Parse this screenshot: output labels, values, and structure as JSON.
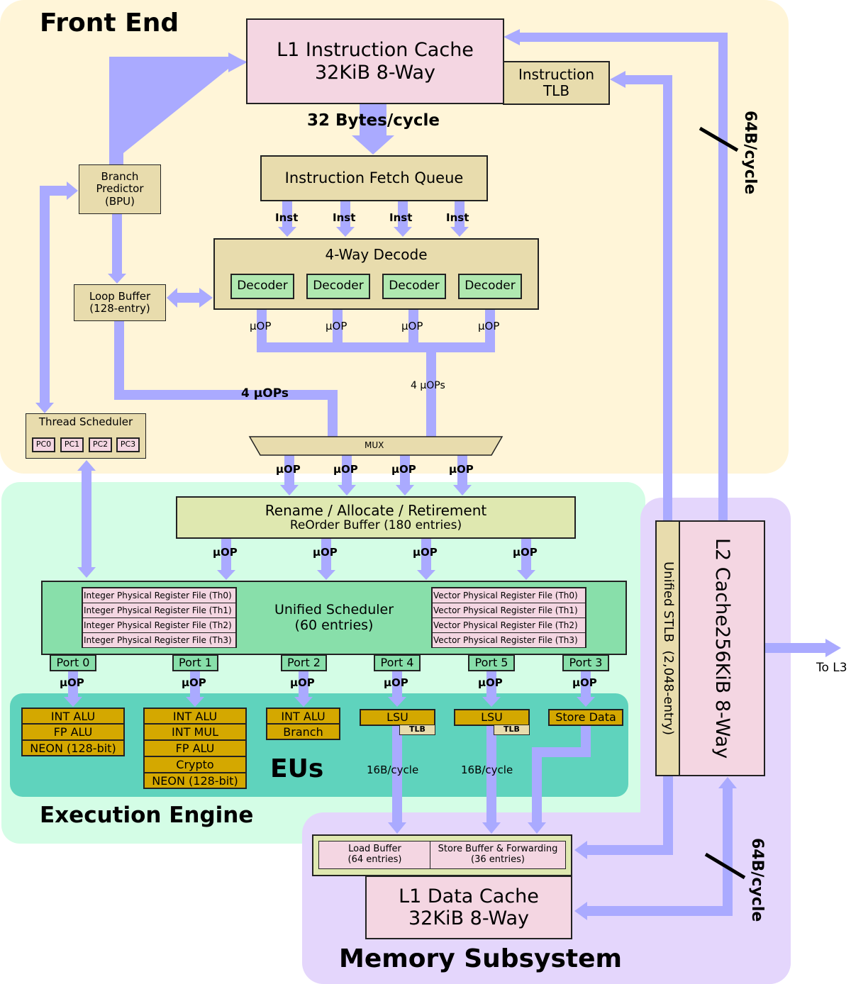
{
  "sections": {
    "front_end": "Front End",
    "execution_engine": "Execution Engine",
    "eus": "EUs",
    "memory_subsystem": "Memory Subsystem"
  },
  "front_end": {
    "l1i": {
      "line1": "L1 Instruction Cache",
      "line2": "32KiB 8-Way"
    },
    "itlb": {
      "line1": "Instruction",
      "line2": "TLB"
    },
    "fetch_bandwidth": "32 Bytes/cycle",
    "ifq": "Instruction Fetch Queue",
    "inst_labels": [
      "Inst",
      "Inst",
      "Inst",
      "Inst"
    ],
    "decode": {
      "title": "4-Way Decode",
      "decoders": [
        "Decoder",
        "Decoder",
        "Decoder",
        "Decoder"
      ]
    },
    "decode_uop_labels": [
      "µOP",
      "µOP",
      "µOP",
      "µOP"
    ],
    "bpu": {
      "line1": "Branch",
      "line2": "Predictor",
      "line3": "(BPU)"
    },
    "loop_buffer": {
      "line1": "Loop Buffer",
      "line2": "(128-entry)"
    },
    "loop_uops": "4 µOPs",
    "decode_uops": "4 µOPs",
    "mux": "MUX",
    "mux_uop_labels": [
      "µOP",
      "µOP",
      "µOP",
      "µOP"
    ],
    "thread_scheduler": {
      "title": "Thread Scheduler",
      "pcs": [
        "PC0",
        "PC1",
        "PC2",
        "PC3"
      ]
    },
    "l2_bandwidth": "64B/cycle"
  },
  "execution": {
    "rob": {
      "line1": "Rename / Allocate / Retirement",
      "line2": "ReOrder Buffer (180 entries)"
    },
    "rob_uop_labels": [
      "µOP",
      "µOP",
      "µOP",
      "µOP"
    ],
    "scheduler": {
      "line1": "Unified Scheduler",
      "line2": "(60 entries)"
    },
    "int_prf": [
      "Integer Physical Register File (Th0)",
      "Integer Physical Register File (Th1)",
      "Integer Physical Register File (Th2)",
      "Integer Physical Register File (Th3)"
    ],
    "vec_prf": [
      "Vector Physical Register File (Th0)",
      "Vector Physical Register File (Th1)",
      "Vector Physical Register File (Th2)",
      "Vector Physical Register File (Th3)"
    ],
    "ports": [
      "Port 0",
      "Port 1",
      "Port 2",
      "Port 4",
      "Port 5",
      "Port 3"
    ],
    "port_uop_labels": [
      "µOP",
      "µOP",
      "µOP",
      "µOP",
      "µOP",
      "µOP"
    ],
    "eu_port0": [
      "INT ALU",
      "FP ALU",
      "NEON (128-bit)"
    ],
    "eu_port1": [
      "INT ALU",
      "INT MUL",
      "FP ALU",
      "Crypto",
      "NEON (128-bit)"
    ],
    "eu_port2": [
      "INT ALU",
      "Branch"
    ],
    "eu_port4": {
      "unit": "LSU",
      "tlb": "TLB"
    },
    "eu_port5": {
      "unit": "LSU",
      "tlb": "TLB"
    },
    "eu_port3": "Store Data",
    "lsu_bandwidth": [
      "16B/cycle",
      "16B/cycle"
    ]
  },
  "memory": {
    "load_buffer": {
      "line1": "Load Buffer",
      "line2": "(64 entries)"
    },
    "store_buffer": {
      "line1": "Store Buffer & Forwarding",
      "line2": "(36 entries)"
    },
    "l1d": {
      "line1": "L1 Data Cache",
      "line2": "32KiB 8-Way"
    },
    "stlb": "Unified STLB  (2,048-entry)",
    "l2": {
      "line1": "L2 Cache",
      "line2": "256KiB 8-Way"
    },
    "to_l3": "To L3",
    "l1d_bandwidth": "64B/cycle"
  },
  "colors": {
    "front_end_bg": "#fff5d8",
    "execution_bg": "#d4fde6",
    "eu_bg": "#5fd3bd",
    "memory_bg": "#e4d6fc",
    "arrow": "#aaaaff"
  }
}
